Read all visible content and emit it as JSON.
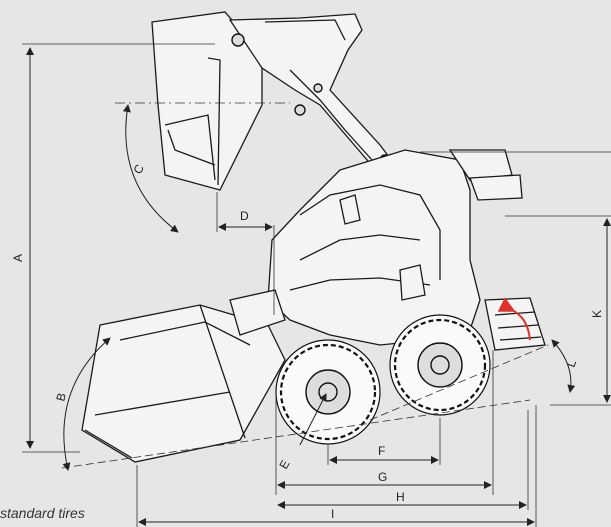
{
  "labels": {
    "A": "A",
    "B": "B",
    "C": "C",
    "D": "D",
    "E": "E",
    "F": "F",
    "G": "G",
    "H": "H",
    "I": "I",
    "K": "K",
    "L": "L"
  },
  "note": "standard tires",
  "colors": {
    "background": "#e6e6e6",
    "line": "#1a1a1a",
    "arrow": "#e0302a"
  }
}
